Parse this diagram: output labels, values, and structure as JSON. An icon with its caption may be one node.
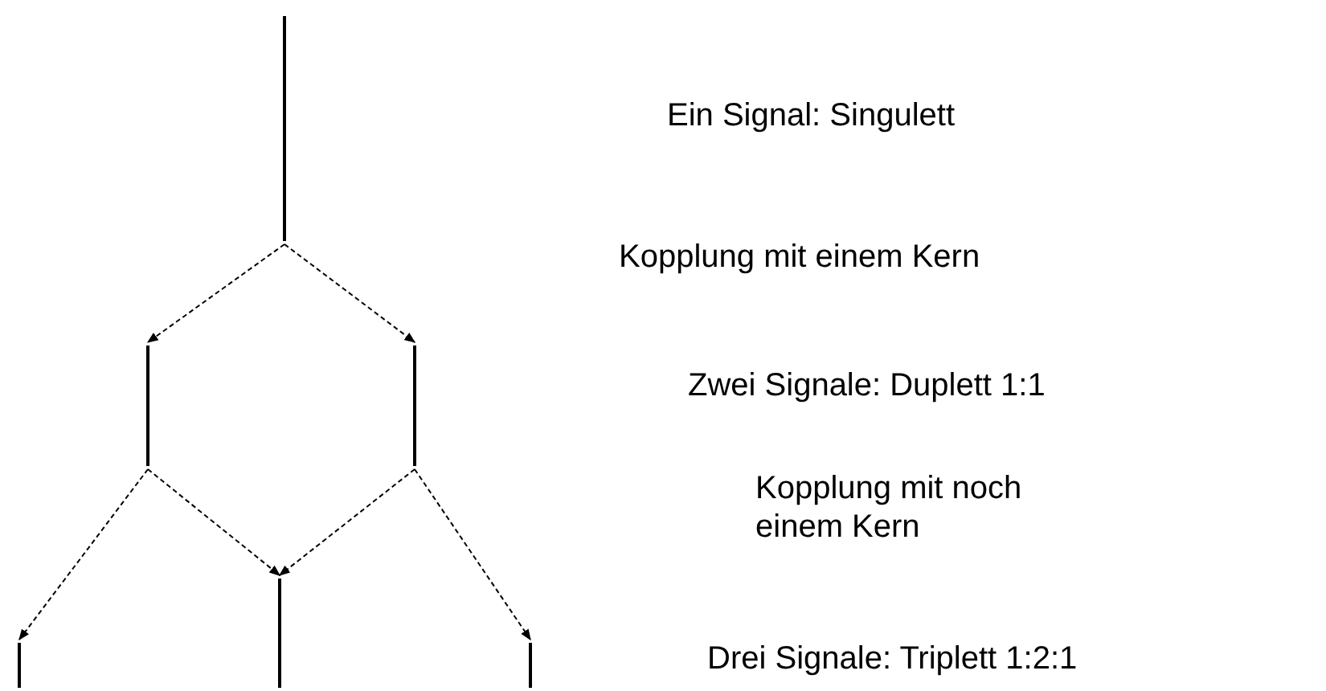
{
  "diagram": {
    "nodes": [
      {
        "text": [],
        "shape": "bar"
      },
      {
        "text": [],
        "shape": "bar"
      },
      {
        "text": [],
        "shape": "bar"
      },
      {
        "text": [],
        "shape": "bar"
      },
      {
        "text": [],
        "shape": "bar"
      },
      {
        "text": [],
        "shape": "bar"
      }
    ],
    "edges": [
      {
        "from": 0,
        "to": 1,
        "arrow": "to",
        "style": "dashed"
      },
      {
        "from": 0,
        "to": 2,
        "arrow": "to",
        "style": "dashed"
      },
      {
        "from": 1,
        "to": 3,
        "arrow": "to",
        "style": "dashed"
      },
      {
        "from": 1,
        "to": 4,
        "arrow": "to",
        "style": "dashed"
      },
      {
        "from": 2,
        "to": 4,
        "arrow": "to",
        "style": "dashed"
      },
      {
        "from": 2,
        "to": 5,
        "arrow": "to",
        "style": "dashed"
      }
    ],
    "labels": [
      "Ein Signal: Singulett",
      "Kopplung mit einem Kern",
      "Zwei Signale: Duplett 1:1",
      "Kopplung mit noch einem Kern",
      "Drei Signale: Triplett 1:2:1"
    ]
  }
}
